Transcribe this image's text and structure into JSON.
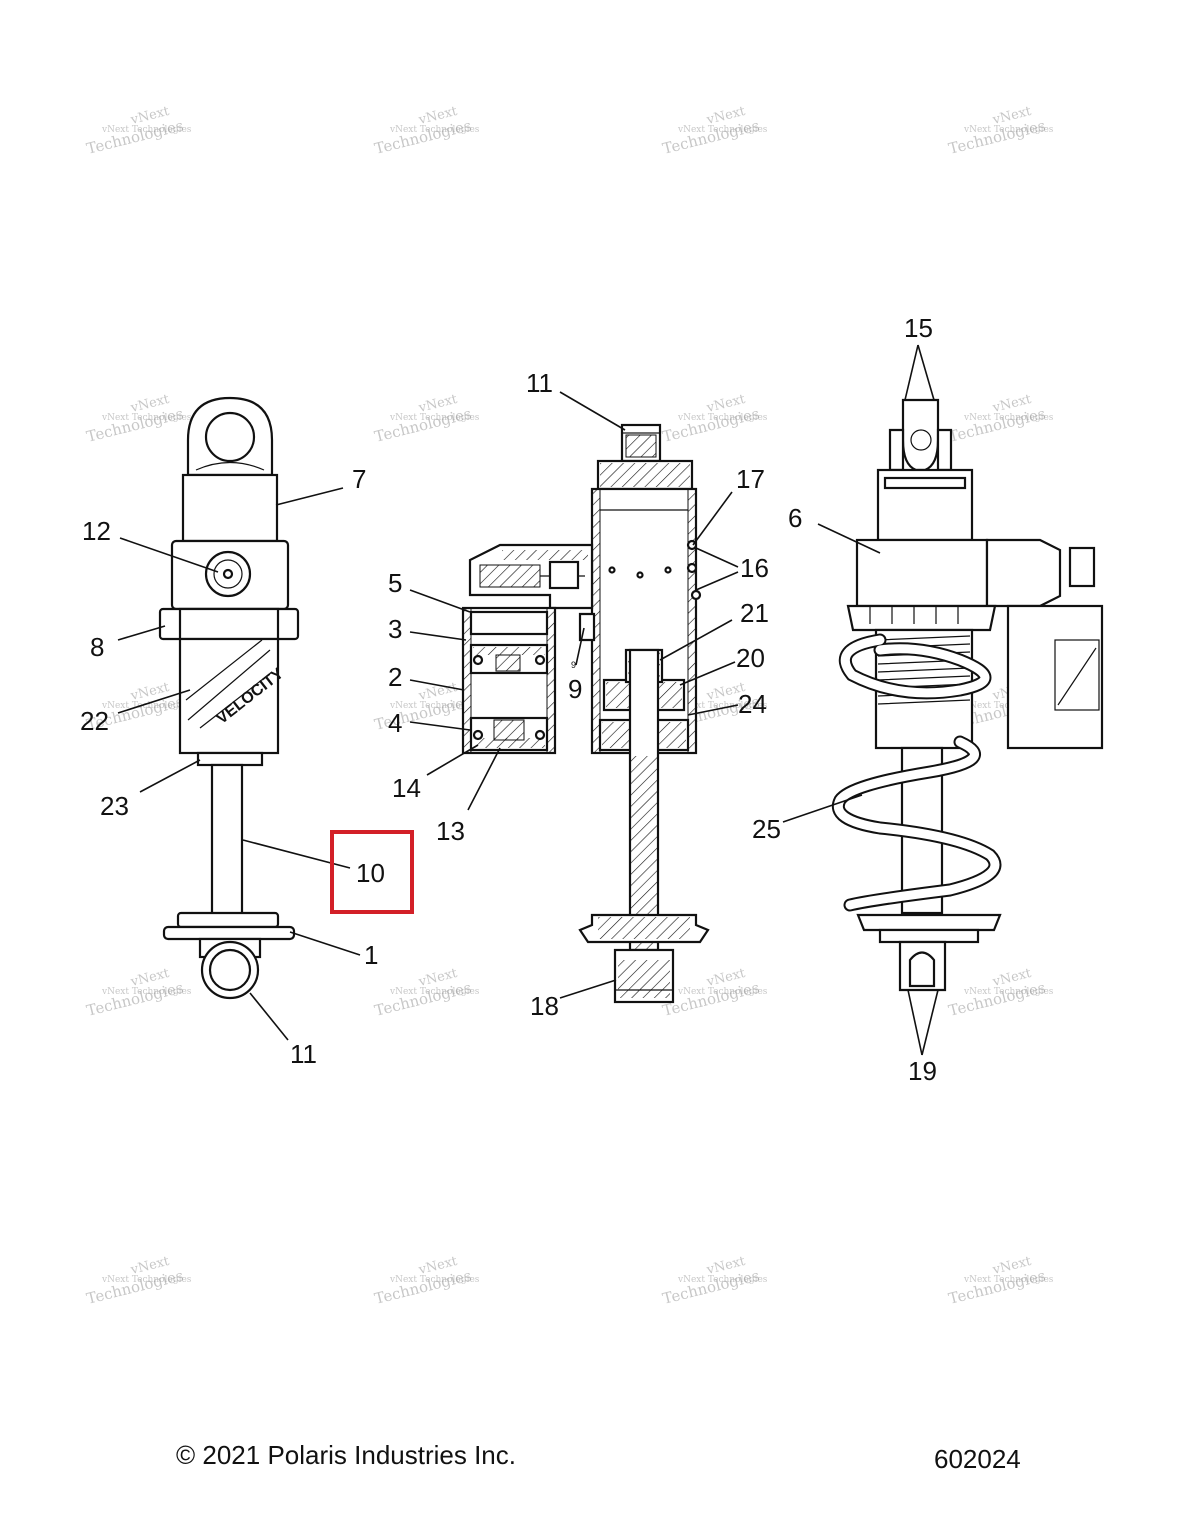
{
  "footer": {
    "copyright": "© 2021 Polaris Industries Inc.",
    "figure_number": "602024"
  },
  "watermark": {
    "line1": "vNext Technologies",
    "line2": "Technologies",
    "line3": "vNext"
  },
  "callouts": {
    "c1": "1",
    "c2": "2",
    "c3": "3",
    "c4": "4",
    "c5": "5",
    "c6": "6",
    "c7": "7",
    "c8": "8",
    "c9": "9",
    "c9small": "9",
    "c10": "10",
    "c11_top": "11",
    "c11_bottom": "11",
    "c12": "12",
    "c13": "13",
    "c14": "14",
    "c15": "15",
    "c16": "16",
    "c17": "17",
    "c18": "18",
    "c19": "19",
    "c20": "20",
    "c21": "21",
    "c22": "22",
    "c23": "23",
    "c24": "24",
    "c25": "25"
  },
  "highlight": {
    "callout": "10",
    "color": "#d32027"
  },
  "body_label": "VELOCITY"
}
